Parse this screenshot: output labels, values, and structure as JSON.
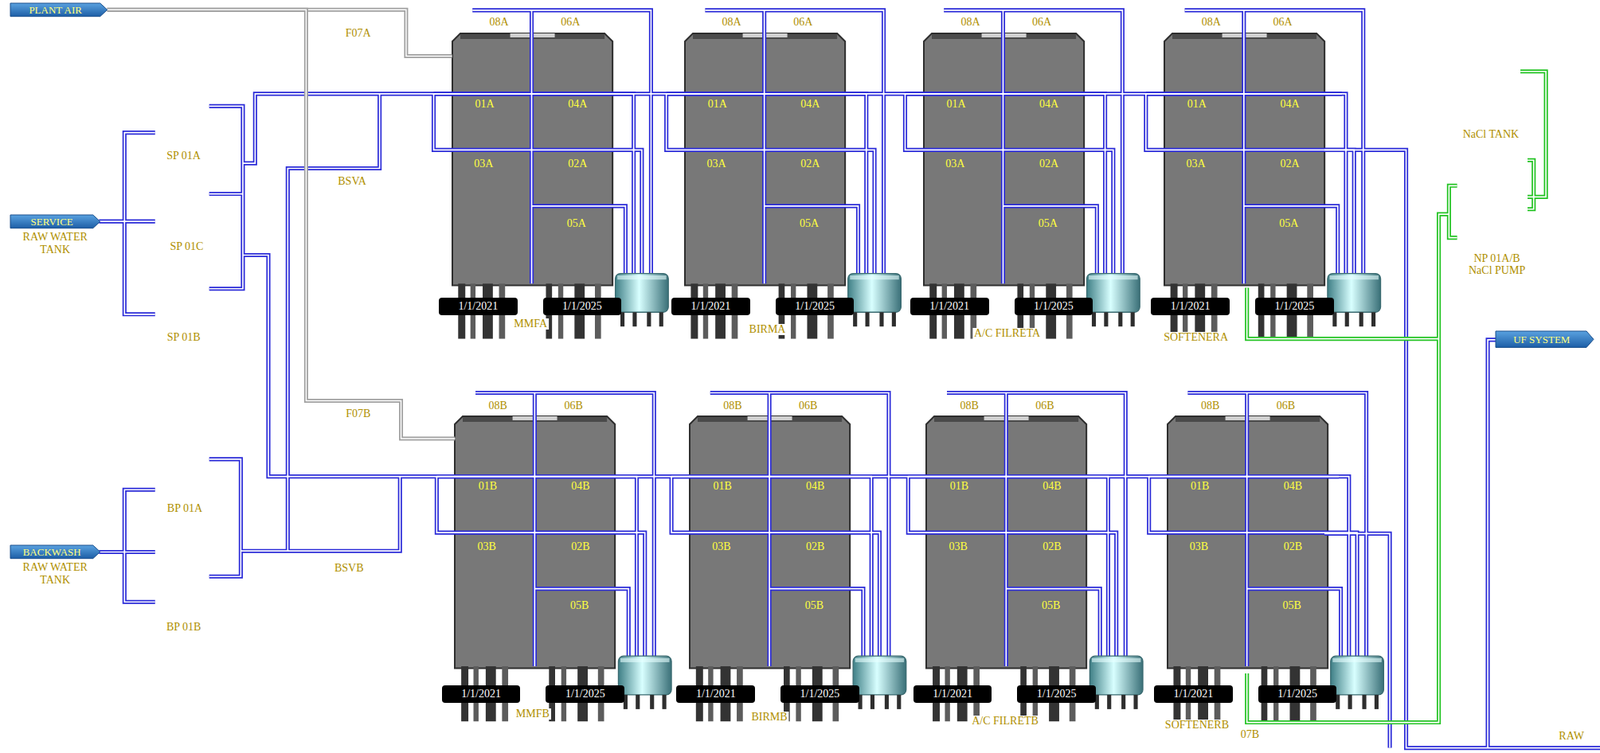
{
  "diagram": {
    "nodes": [
      {
        "text": [
          "PLANT AIR"
        ]
      },
      {
        "text": [
          "SERVICE",
          "RAW WATER TANK"
        ]
      },
      {
        "text": [
          "BACKWASH",
          "RAW WATER TANK"
        ]
      },
      {
        "text": [
          "UF SYSTEM"
        ]
      },
      {
        "text": [
          "01A",
          "04A",
          "03A",
          "02A",
          "05A",
          "MMFA"
        ]
      },
      {
        "text": [
          "1/1/2021"
        ]
      },
      {
        "text": [
          "1/1/2025"
        ]
      },
      {
        "text": [
          "01A",
          "04A",
          "03A",
          "02A",
          "05A",
          "BIRMA"
        ]
      },
      {
        "text": [
          "1/1/2021"
        ]
      },
      {
        "text": [
          "1/1/2025"
        ]
      },
      {
        "text": [
          "01A",
          "04A",
          "03A",
          "02A",
          "05A",
          "A/C FILRETA"
        ]
      },
      {
        "text": [
          "1/1/2021"
        ]
      },
      {
        "text": [
          "1/1/2025"
        ]
      },
      {
        "text": [
          "01A",
          "04A",
          "03A",
          "02A",
          "05A",
          "SOFTENERA"
        ]
      },
      {
        "text": [
          "1/1/2021"
        ]
      },
      {
        "text": [
          "1/1/2025"
        ]
      },
      {
        "text": [
          "01B",
          "04B",
          "03B",
          "02B",
          "05B",
          "MMFB"
        ]
      },
      {
        "text": [
          "1/1/2021"
        ]
      },
      {
        "text": [
          "1/1/2025"
        ]
      },
      {
        "text": [
          "01B",
          "04B",
          "03B",
          "02B",
          "05B",
          "BIRMB"
        ]
      },
      {
        "text": [
          "1/1/2021"
        ]
      },
      {
        "text": [
          "1/1/2025"
        ]
      },
      {
        "text": [
          "01B",
          "04B",
          "03B",
          "02B",
          "05B",
          "A/C FILRETB"
        ]
      },
      {
        "text": [
          "1/1/2021"
        ]
      },
      {
        "text": [
          "1/1/2025"
        ]
      },
      {
        "text": [
          "01B",
          "04B",
          "03B",
          "02B",
          "05B",
          "SOFTENERB"
        ]
      },
      {
        "text": [
          "1/1/2021"
        ]
      },
      {
        "text": [
          "1/1/2025"
        ]
      }
    ],
    "edges": [
      {
        "from": 0,
        "to": 4,
        "arrow": "none"
      },
      {
        "from": 0,
        "to": 16,
        "arrow": "none"
      }
    ],
    "labels": [
      "F07A",
      "BSVA",
      "SP 01A",
      "SP 01C",
      "SP 01B",
      "F07B",
      "BP 01A",
      "BP 01B",
      "BSVB",
      "NaCl TANK",
      "NP 01A/B NaCl PUMP",
      "07B",
      "RAW",
      "08A",
      "06A",
      "08A",
      "06A",
      "08A",
      "06A",
      "08A",
      "06A",
      "08B",
      "06B",
      "08B",
      "06B",
      "08B",
      "06B",
      "08B",
      "06B"
    ]
  }
}
